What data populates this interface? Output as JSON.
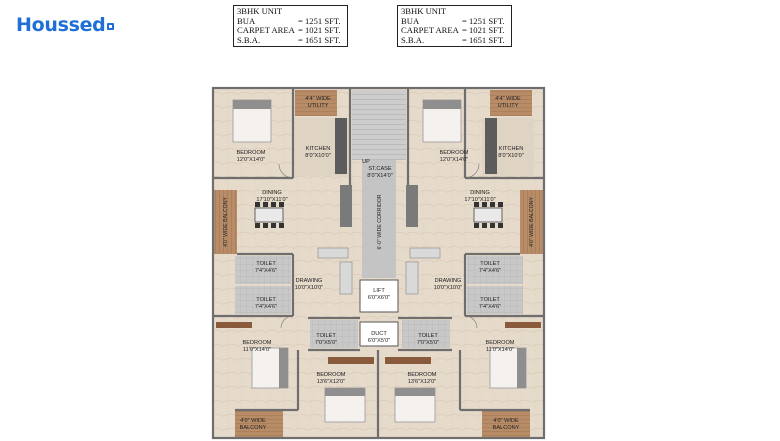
{
  "brand": {
    "name": "Houssed"
  },
  "spec_cards": [
    {
      "title": "3BHK UNIT",
      "rows": [
        {
          "key": "BUA",
          "value": "= 1251 SFT."
        },
        {
          "key": "CARPET AREA",
          "value": "= 1021 SFT."
        },
        {
          "key": "S.B.A.",
          "value": "= 1651 SFT."
        }
      ]
    },
    {
      "title": "3BHK UNIT",
      "rows": [
        {
          "key": "BUA",
          "value": "= 1251 SFT."
        },
        {
          "key": "CARPET AREA",
          "value": "= 1021 SFT."
        },
        {
          "key": "S.B.A.",
          "value": "= 1651 SFT."
        }
      ]
    }
  ],
  "rooms": {
    "bedroom_top_l": {
      "name": "BEDROOM",
      "size": "12'0\"X14'0\""
    },
    "utility_l": {
      "name": "4'4\" WIDE",
      "sub": "UTILITY"
    },
    "kitchen_l": {
      "name": "KITCHEN",
      "size": "8'0\"X10'0\""
    },
    "dining_l": {
      "name": "DINING",
      "size": "17'10\"X11'0\""
    },
    "balcony_side_l": "4'0\" WIDE BALCONY",
    "toilet_a_l": {
      "name": "TOILET",
      "size": "7'4\"X4'6\""
    },
    "toilet_b_l": {
      "name": "TOILET",
      "size": "7'4\"X4'6\""
    },
    "drawing_l": {
      "name": "DRAWING",
      "size": "10'0\"X10'0\""
    },
    "bedroom_mid_l": {
      "name": "BEDROOM",
      "size": "11'0\"X14'0\""
    },
    "toilet_c_l": {
      "name": "TOILET",
      "size": "7'0\"X5'0\""
    },
    "bedroom_bot_l": {
      "name": "BEDROOM",
      "size": "13'6\"X12'0\""
    },
    "balcony_bot_l": {
      "name": "4'0\" WIDE",
      "sub": "BALCONY"
    },
    "bedroom_top_r": {
      "name": "BEDROOM",
      "size": "12'0\"X14'0\""
    },
    "utility_r": {
      "name": "4'4\" WIDE",
      "sub": "UTILITY"
    },
    "kitchen_r": {
      "name": "KITCHEN",
      "size": "8'0\"X10'0\""
    },
    "dining_r": {
      "name": "DINING",
      "size": "17'10\"X11'0\""
    },
    "balcony_side_r": "4'0\" WIDE BALCONY",
    "toilet_a_r": {
      "name": "TOILET",
      "size": "7'4\"X4'6\""
    },
    "toilet_b_r": {
      "name": "TOILET",
      "size": "7'4\"X4'6\""
    },
    "drawing_r": {
      "name": "DRAWING",
      "size": "10'0\"X10'0\""
    },
    "bedroom_mid_r": {
      "name": "BEDROOM",
      "size": "11'0\"X14'0\""
    },
    "toilet_c_r": {
      "name": "TOILET",
      "size": "7'0\"X5'0\""
    },
    "bedroom_bot_r": {
      "name": "BEDROOM",
      "size": "13'6\"X12'0\""
    },
    "balcony_bot_r": {
      "name": "4'0\" WIDE",
      "sub": "BALCONY"
    },
    "up": "UP",
    "staircase": {
      "name": "ST.CASE",
      "size": "8'0\"X14'0\""
    },
    "corridor": "6'-0\" WIDE CORRIDOR",
    "lift": {
      "name": "LIFT",
      "size": "6'0\"X6'0\""
    },
    "duct": {
      "name": "DUCT",
      "size": "6'0\"X5'0\""
    }
  }
}
